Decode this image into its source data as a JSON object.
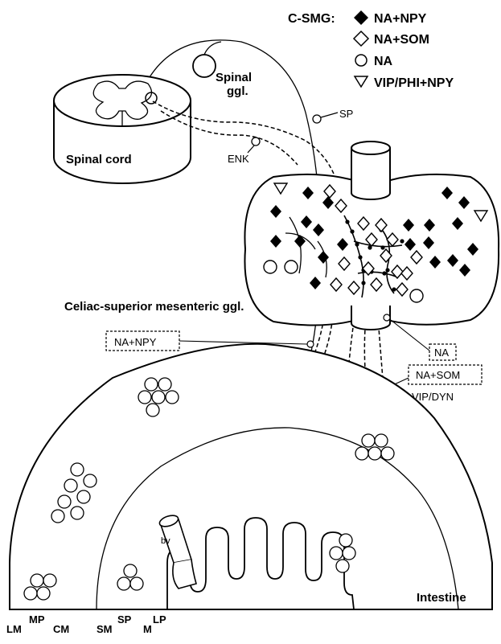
{
  "legend": {
    "heading": "C-SMG:",
    "entries": [
      {
        "symbol": "filled-diamond",
        "label": "NA+NPY"
      },
      {
        "symbol": "open-diamond",
        "label": "NA+SOM"
      },
      {
        "symbol": "open-circle",
        "label": "NA"
      },
      {
        "symbol": "open-triangle",
        "label": "VIP/PHI+NPY"
      }
    ]
  },
  "labels": {
    "spinal_ggl_line1": "Spinal",
    "spinal_ggl_line2": "ggl.",
    "spinal_cord": "Spinal cord",
    "sp_fiber": "SP",
    "enk": "ENK",
    "celiac": "Celiac-superior mesenteric ggl.",
    "box_na_npy": "NA+NPY",
    "box_na": "NA",
    "box_na_som": "NA+SOM",
    "vip_dyn": "VIP/DYN",
    "bv": "bv",
    "intestine": "Intestine"
  },
  "layers": {
    "lm": "LM",
    "mp": "MP",
    "cm": "CM",
    "sm": "SM",
    "sp": "SP",
    "m": "M",
    "lp": "LP"
  }
}
